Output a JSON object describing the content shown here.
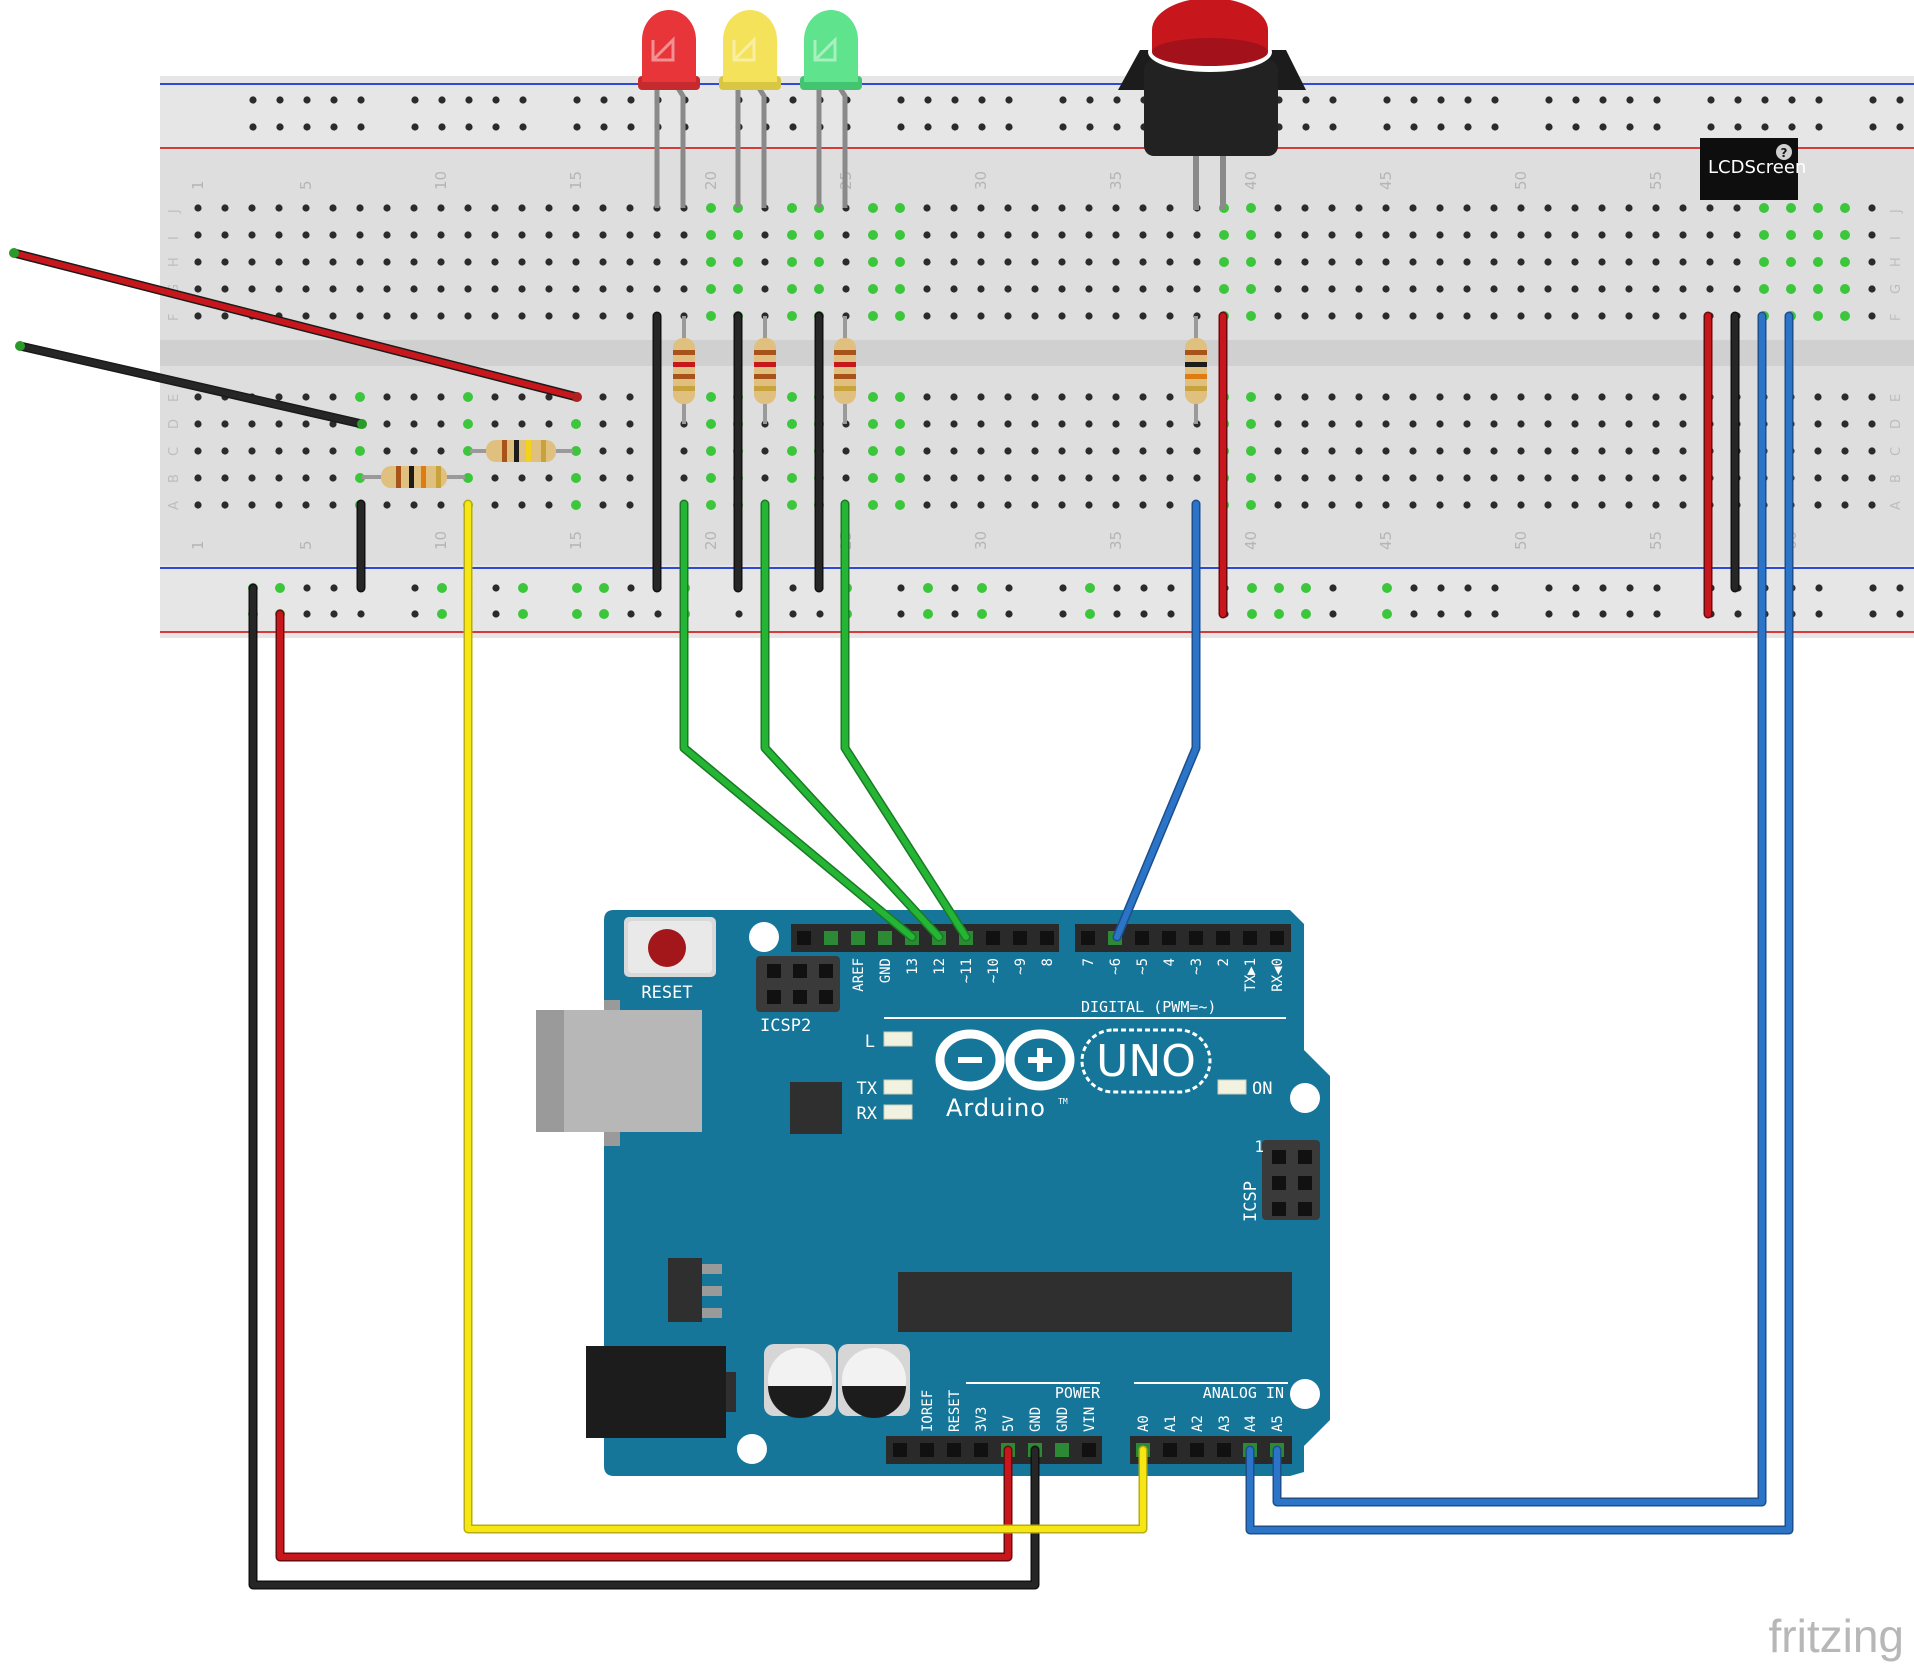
{
  "breadboard": {
    "column_numbers": [
      "1",
      "5",
      "10",
      "15",
      "20",
      "25",
      "30",
      "35",
      "40",
      "45",
      "50",
      "55",
      "60"
    ],
    "row_letters_top": [
      "J",
      "I",
      "H",
      "G",
      "F"
    ],
    "row_letters_bottom": [
      "E",
      "D",
      "C",
      "B",
      "A"
    ]
  },
  "lcd": {
    "label": "LCDScreen",
    "help_badge": "?"
  },
  "arduino": {
    "reset_label": "RESET",
    "icsp2_label": "ICSP2",
    "icsp_label": "ICSP",
    "icsp_pin1": "1",
    "digital_label": "DIGITAL (PWM=~)",
    "led_l": "L",
    "led_tx": "TX",
    "led_rx": "RX",
    "led_on": "ON",
    "logo_text": "Arduino",
    "tm": "TM",
    "model": "UNO",
    "power_label": "POWER",
    "analog_label": "ANALOG IN",
    "digital_pins": [
      "AREF",
      "GND",
      "13",
      "12",
      "~11",
      "~10",
      "~9",
      "8",
      "7",
      "~6",
      "~5",
      "4",
      "~3",
      "2",
      "TX▶1",
      "RX◀0"
    ],
    "power_pins": [
      "IOREF",
      "RESET",
      "3V3",
      "5V",
      "GND",
      "GND",
      "VIN"
    ],
    "analog_pins": [
      "A0",
      "A1",
      "A2",
      "A3",
      "A4",
      "A5"
    ]
  },
  "watermark": "fritzing",
  "colors": {
    "board": "#15769a",
    "breadboard": "#e2e2e2",
    "wire_red": "#c8161d",
    "wire_black": "#262626",
    "wire_yellow": "#f5e614",
    "wire_green": "#25b534",
    "wire_blue": "#2b74c8",
    "led_red": "#e8353a",
    "led_yellow": "#f4e25a",
    "led_green": "#5fe38d",
    "button_cap": "#c8161d"
  }
}
